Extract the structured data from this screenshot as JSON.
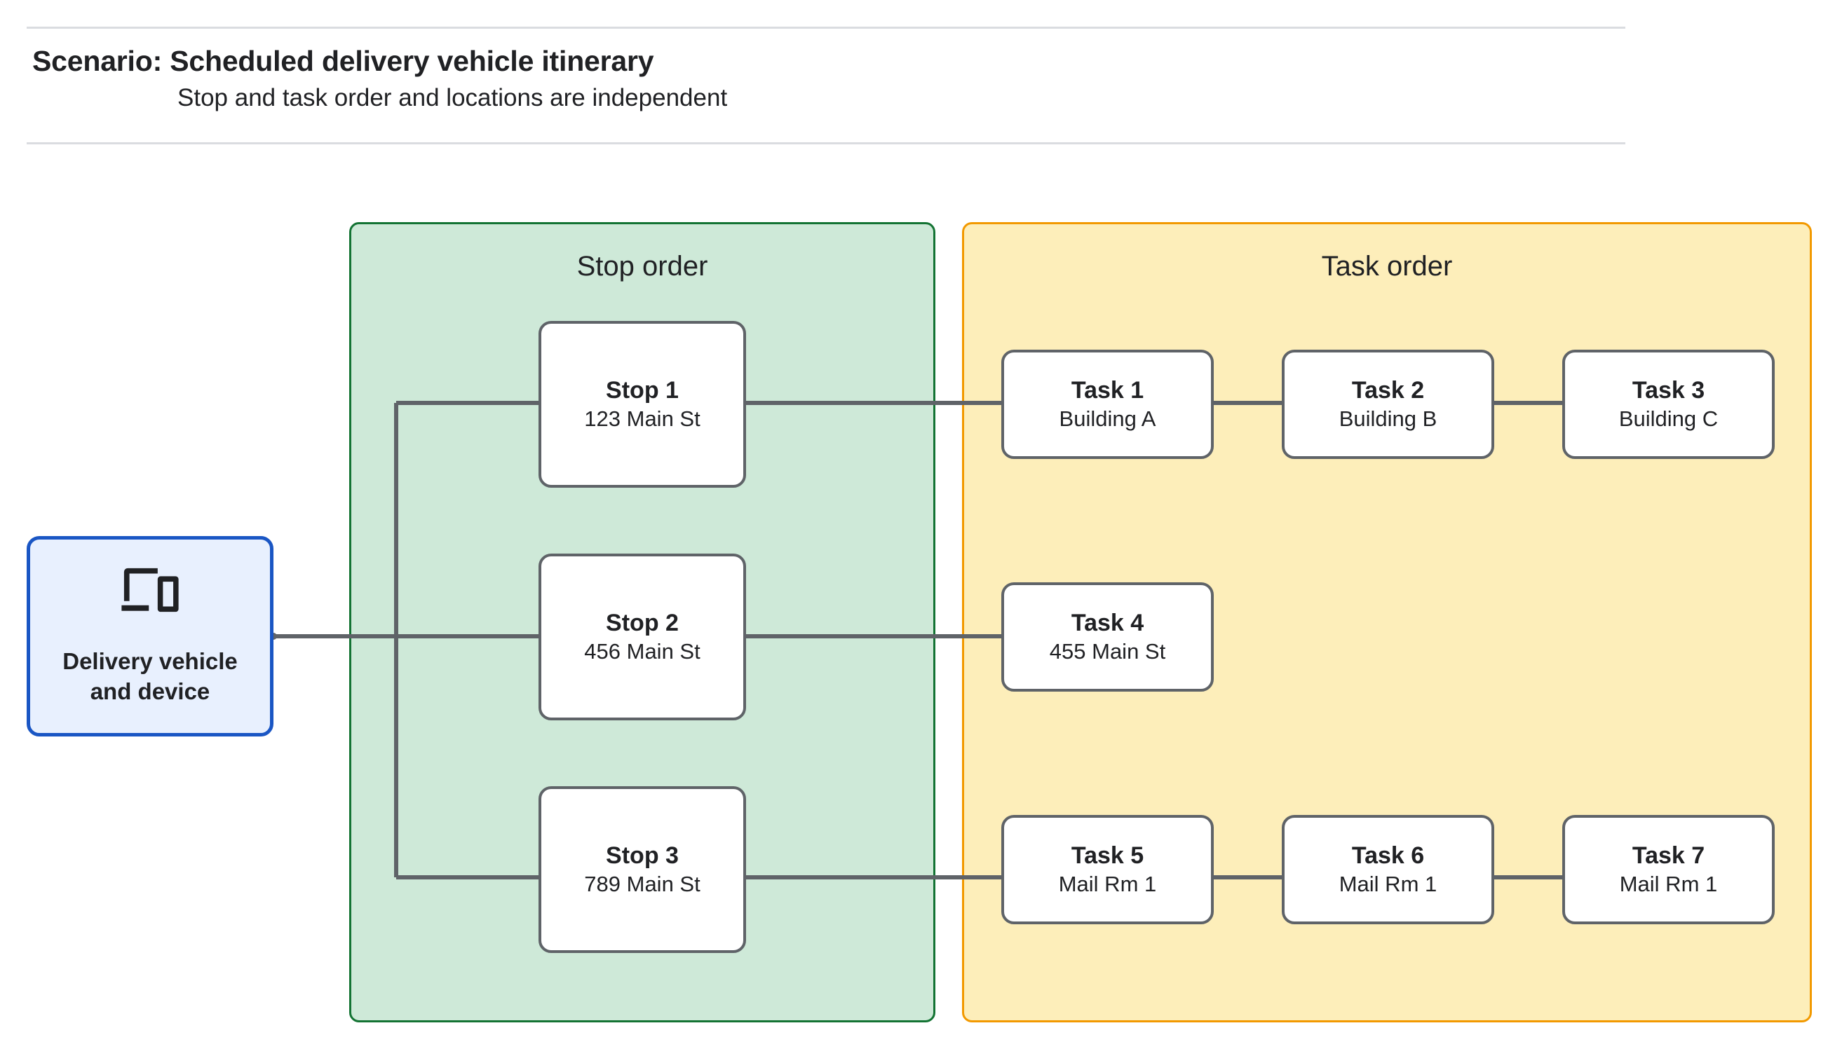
{
  "header": {
    "title": "Scenario: Scheduled delivery vehicle itinerary",
    "subtitle": "Stop and task order and locations are independent"
  },
  "vehicle": {
    "label": "Delivery vehicle\nand device",
    "icon": "devices-icon",
    "border_color": "#1a56c4",
    "fill_color": "#e8f0fe"
  },
  "stop_panel": {
    "title": "Stop order",
    "fill_color": "#cee9d8",
    "border_color": "#137333",
    "stops": [
      {
        "title": "Stop 1",
        "address": "123 Main St"
      },
      {
        "title": "Stop 2",
        "address": "456 Main St"
      },
      {
        "title": "Stop 3",
        "address": "789 Main St"
      }
    ]
  },
  "task_panel": {
    "title": "Task order",
    "fill_color": "#fdeeba",
    "border_color": "#f29900",
    "rows": [
      {
        "tasks": [
          {
            "title": "Task 1",
            "location": "Building A"
          },
          {
            "title": "Task 2",
            "location": "Building B"
          },
          {
            "title": "Task 3",
            "location": "Building C"
          }
        ]
      },
      {
        "tasks": [
          {
            "title": "Task 4",
            "location": "455 Main St"
          }
        ]
      },
      {
        "tasks": [
          {
            "title": "Task 5",
            "location": "Mail Rm 1"
          },
          {
            "title": "Task 6",
            "location": "Mail Rm 1"
          },
          {
            "title": "Task 7",
            "location": "Mail Rm 1"
          }
        ]
      }
    ]
  },
  "node_style": {
    "border_color": "#5f6368",
    "fill_color": "#ffffff"
  },
  "connector_color": "#5f6368",
  "divider_color": "#dadce0"
}
